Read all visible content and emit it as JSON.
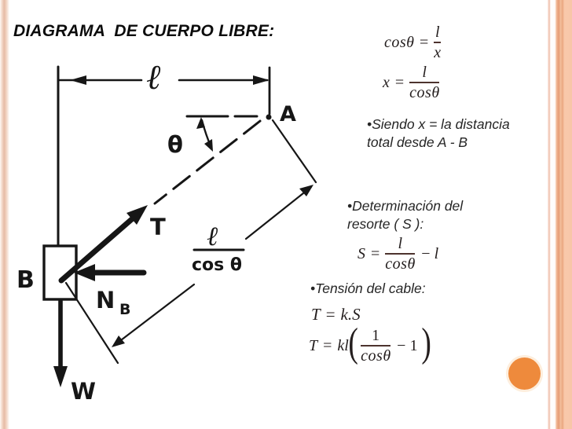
{
  "title": "DIAGRAMA  DE CUERPO LIBRE:",
  "diagram": {
    "point_a": "A",
    "point_b": "B",
    "tension": "T",
    "normal": "N",
    "normal_sub": "B",
    "weight": "W",
    "angle": "θ",
    "top_length": "ℓ",
    "hyp_num": "ℓ",
    "hyp_den": "cos θ"
  },
  "notes": {
    "siendo_line1": "•Siendo x = la distancia",
    "siendo_line2": "total desde A - B",
    "resorte_line1": "•Determinación del",
    "resorte_line2": "resorte ( S ):",
    "tension_cable": "•Tensión del cable:"
  },
  "formulas": {
    "cos_theta": {
      "fn": "cos",
      "var": "θ",
      "eq": "=",
      "num": "l",
      "den": "x"
    },
    "x_total": {
      "lhs": "x",
      "eq": "=",
      "num": "l",
      "den_fn": "cos",
      "den_var": "θ"
    },
    "spring": {
      "lhs": "S",
      "eq": "=",
      "num": "l",
      "den_fn": "cos",
      "den_var": "θ",
      "minus": "−",
      "tail": "l"
    },
    "tension_simple": {
      "lhs": "T",
      "eq": "=",
      "rhs": "k.S"
    },
    "tension_full": {
      "lhs": "T",
      "eq": "=",
      "coef": "kl",
      "open": "(",
      "num": "1",
      "den_fn": "cos",
      "den_var": "θ",
      "minus": "−",
      "tail": "1",
      "close": ")"
    }
  },
  "colors": {
    "left_border": "#e6bba5",
    "right_border": "#f8c6a8",
    "right_border_dark": "#e59b74",
    "circle": "#ee8a3c",
    "ink": "#161616"
  }
}
